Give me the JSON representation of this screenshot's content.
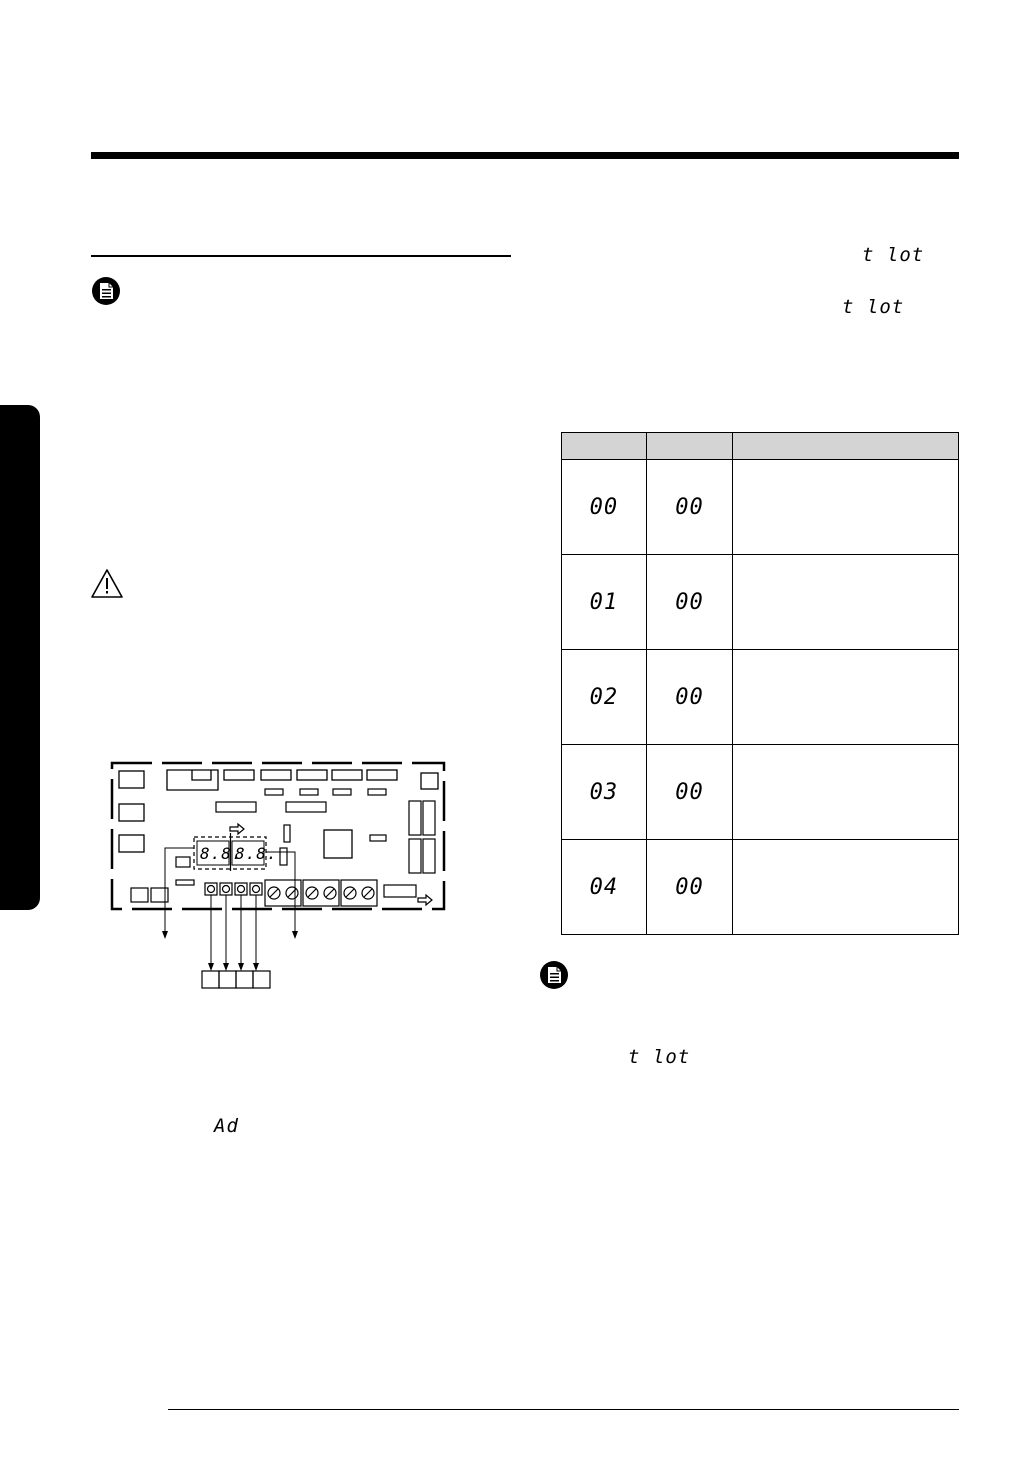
{
  "display_text": {
    "t_lot_1": "t lot",
    "t_lot_2": "t lot",
    "t_lot_3": "t lot",
    "ad_code": "Ad"
  },
  "board": {
    "segment_left": "8.8.",
    "segment_right": "8.8."
  },
  "table": {
    "rows": [
      {
        "col1": "00",
        "col2": "00",
        "col3": ""
      },
      {
        "col1": "01",
        "col2": "00",
        "col3": ""
      },
      {
        "col1": "02",
        "col2": "00",
        "col3": ""
      },
      {
        "col1": "03",
        "col2": "00",
        "col3": ""
      },
      {
        "col1": "04",
        "col2": "00",
        "col3": ""
      }
    ]
  }
}
